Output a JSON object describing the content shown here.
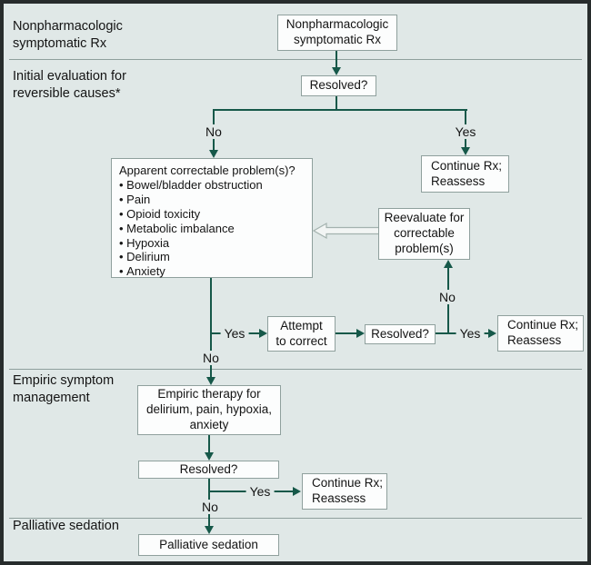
{
  "diagram": {
    "title_context": "Symptom management flowchart",
    "colors": {
      "background": "#e0e8e7",
      "outer_border": "#272c2c",
      "connector_line": "#165849",
      "box_border": "#8fa09d",
      "box_fill": "#fcfdfd",
      "divider": "#8fa09d",
      "open_arrow_outline": "#a3b2ae",
      "open_arrow_fill": "#f2f5f4",
      "text": "#141414"
    },
    "sections": [
      {
        "label": "Nonpharmacologic\nsymptomatic Rx"
      },
      {
        "label": "Initial evaluation for\nreversible causes*"
      },
      {
        "label": "Empiric symptom\nmanagement"
      },
      {
        "label": "Palliative sedation"
      }
    ],
    "nodes": {
      "nonpharmacologic": "Nonpharmacologic\nsymptomatic Rx",
      "resolved1": "Resolved?",
      "continue1": "Continue Rx;\nReassess",
      "apparent": {
        "title": "Apparent correctable problem(s)?",
        "bullets": [
          "Bowel/bladder obstruction",
          "Pain",
          "Opioid toxicity",
          "Metabolic imbalance",
          "Hypoxia",
          "Delirium",
          "Anxiety"
        ]
      },
      "reevaluate": "Reevaluate for\ncorrectable\nproblem(s)",
      "attempt": "Attempt\nto correct",
      "resolved2": "Resolved?",
      "continue2": "Continue Rx;\nReassess",
      "empiric": "Empiric therapy for\ndelirium, pain, hypoxia,\nanxiety",
      "resolved3": "Resolved?",
      "continue3": "Continue Rx;\nReassess",
      "palliative": "Palliative sedation"
    },
    "edge_labels": {
      "branch1_no": "No",
      "branch1_yes": "Yes",
      "branch2_yes": "Yes",
      "branch2_no": "No",
      "branch3_yes": "Yes",
      "branch3_no": "No",
      "branch4_yes": "Yes",
      "branch4_no": "No"
    }
  }
}
